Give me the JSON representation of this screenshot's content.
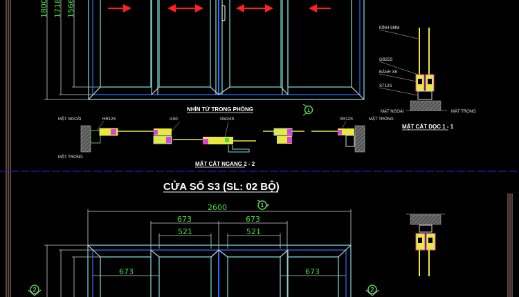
{
  "drawing": {
    "background": "#000000",
    "colors": {
      "frame_cyan": "#7fe0e0",
      "frame_blue": "#2f6fff",
      "dimension_line": "#d0d0d0",
      "dimension_text": "#3fe03f",
      "arrow_red": "#ff2020",
      "glass_yellow": "#e8e840",
      "profile_magenta": "#e040e0",
      "wall_hatch": "#9a9a9a",
      "separator_blue": "#2020c0",
      "border_brown": "#c09080"
    },
    "top_elevation": {
      "height_dims": [
        "1800",
        "1718",
        "1566"
      ],
      "panel_arrows": [
        "right-arrow",
        "double-arrow",
        "double-arrow",
        "left-arrow"
      ],
      "handle": "handle-icon"
    },
    "plan_section": {
      "view_label": "NHÌN TỪ TRONG PHÒNG",
      "title": "MẶT CẮT NGANG 2 - 2",
      "outside_label": "MẶT NGOÀI",
      "inside_label": "MẶT TRONG",
      "callouts": [
        "HR12S",
        "IL50",
        "GM24S",
        "SR12S"
      ],
      "section_marker": "1"
    },
    "vertical_section": {
      "title": "MẶT CẮT DỌC 1 - 1",
      "outside_label": "MẶT NGOÀI",
      "inside_label": "MẶT TRONG",
      "callouts": [
        "KÍNH 5MM",
        "GB25S",
        "BÁNH XE",
        "ST12S"
      ]
    },
    "bottom_elevation": {
      "title": "CỬA SỔ S3 (SL: 02 BỘ)",
      "overall_width": "2600",
      "dims_row1": [
        "673",
        "673"
      ],
      "dims_row2": [
        "521",
        "521"
      ],
      "dims_inner": [
        "673",
        "673"
      ],
      "section_marker_top": "1",
      "section_marker_left": "2",
      "section_marker_right": "2"
    }
  }
}
